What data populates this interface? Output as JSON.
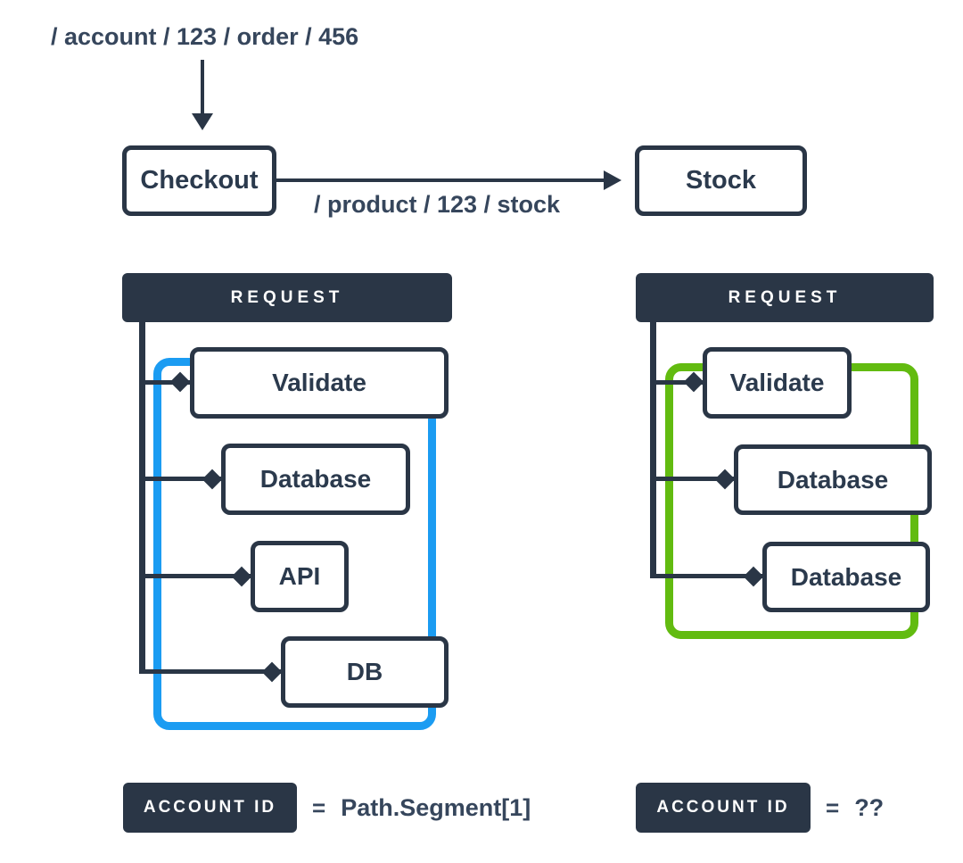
{
  "colors": {
    "dark": "#2a3646",
    "box_text": "#2b3a4d",
    "muted_text": "#36465c",
    "blue_highlight": "#1b9cf2",
    "green_highlight": "#62bb10",
    "box_bg": "#ffffff"
  },
  "top_flow": {
    "incoming_path": "/ account / 123 / order / 456",
    "checkout_label": "Checkout",
    "stock_label": "Stock",
    "outgoing_path": "/ product / 123 / stock"
  },
  "left_panel": {
    "header": "REQUEST",
    "steps": [
      "Validate",
      "Database",
      "API",
      "DB"
    ]
  },
  "right_panel": {
    "header": "REQUEST",
    "steps": [
      "Validate",
      "Database",
      "Database"
    ]
  },
  "footer_left": {
    "badge": "ACCOUNT ID",
    "equals": "=",
    "value": "Path.Segment[1]"
  },
  "footer_right": {
    "badge": "ACCOUNT ID",
    "equals": "=",
    "value": "??"
  }
}
